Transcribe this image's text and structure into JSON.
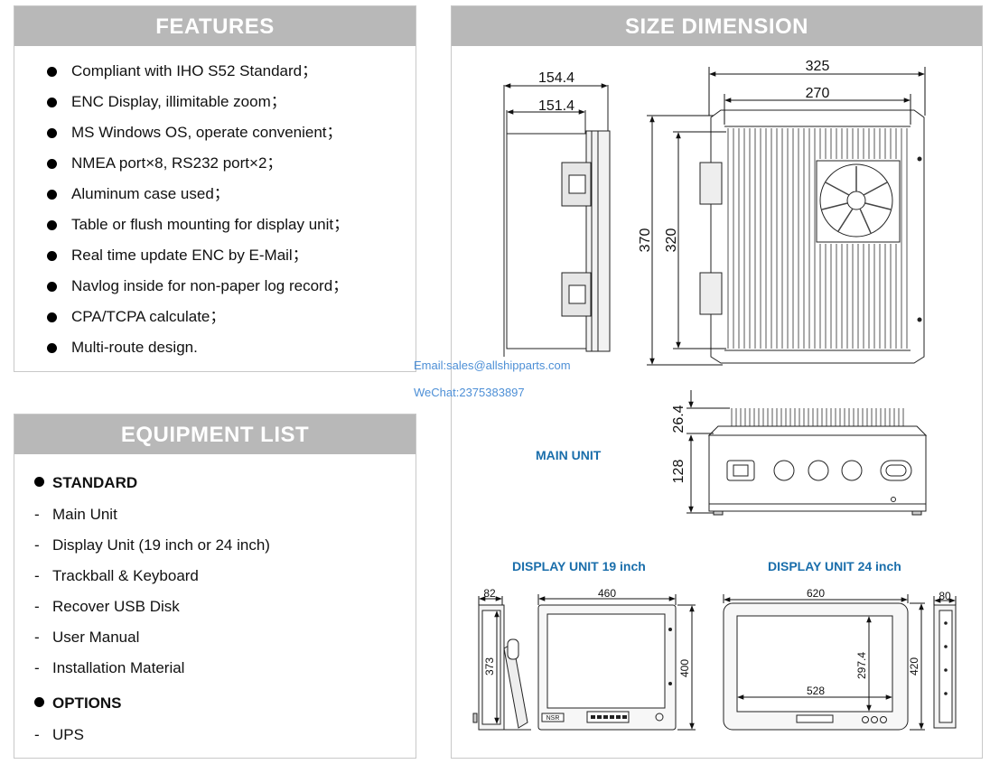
{
  "features": {
    "title": "FEATURES",
    "items": [
      "Compliant with IHO S52 Standard；",
      "ENC Display, illimitable zoom；",
      "MS Windows OS, operate convenient；",
      "NMEA port×8, RS232 port×2；",
      "Aluminum case used；",
      "Table or flush mounting for display unit；",
      "Real time update ENC by E-Mail；",
      "Navlog inside for non-paper log record；",
      "CPA/TCPA calculate；",
      "Multi-route design."
    ]
  },
  "equipment": {
    "title": "EQUIPMENT LIST",
    "standard_label": "STANDARD",
    "standard_items": [
      "Main Unit",
      "Display Unit (19 inch or 24 inch)",
      "Trackball & Keyboard",
      "Recover USB Disk",
      "User Manual",
      "Installation Material"
    ],
    "options_label": "OPTIONS",
    "option_items": [
      "UPS"
    ]
  },
  "size": {
    "title": "SIZE DIMENSION",
    "main_unit_label": "MAIN UNIT",
    "display19_label": "DISPLAY UNIT 19 inch",
    "display24_label": "DISPLAY UNIT 24 inch",
    "dims": {
      "side_outer": "154.4",
      "side_inner": "151.4",
      "front_outer_w": "325",
      "front_inner_w": "270",
      "front_outer_h": "370",
      "front_inner_h": "320",
      "fin_height": "26.4",
      "body_height": "128",
      "d19_depth": "82",
      "d19_width": "460",
      "d19_height": "400",
      "d19_stand": "373",
      "d19_brand": "NSR",
      "d24_width": "620",
      "d24_depth": "80",
      "d24_height": "420",
      "d24_screen_h": "297.4",
      "d24_screen_w": "528"
    }
  },
  "contact": {
    "email": "Email:sales@allshipparts.com",
    "wechat": "WeChat:2375383897"
  }
}
